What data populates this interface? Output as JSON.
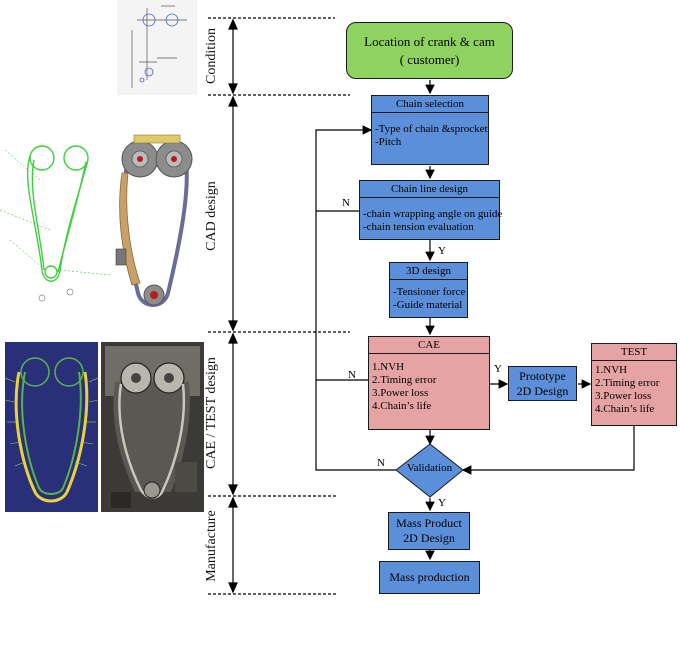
{
  "phases": {
    "condition": "Condition",
    "cad": "CAD design",
    "cae_test": "CAE / TEST design",
    "manufacture": "Manufacture"
  },
  "flow": {
    "start": {
      "line1": "Location of crank & cam",
      "line2": "( customer)"
    },
    "chain_selection": {
      "title": "Chain selection",
      "items": [
        "-Type of chain &sprocket",
        "-Pitch"
      ]
    },
    "chain_line": {
      "title": "Chain line design",
      "items": [
        "-chain wrapping angle on guide",
        "-chain tension evaluation"
      ]
    },
    "design_3d": {
      "title": "3D design",
      "items": [
        "-Tensioner force",
        "-Guide material"
      ]
    },
    "cae": {
      "title": "CAE",
      "items": [
        "1.NVH",
        "2.Timing error",
        "3.Power loss",
        "4.Chain’s life"
      ]
    },
    "prototype": {
      "line1": "Prototype",
      "line2": "2D Design"
    },
    "test": {
      "title": "TEST",
      "items": [
        "1.NVH",
        "2.Timing error",
        "3.Power loss",
        "4.Chain’s life"
      ]
    },
    "validation": "Validation",
    "mass_product": {
      "line1": "Mass Product",
      "line2": "2D Design"
    },
    "mass_production": "Mass production"
  },
  "edge_labels": {
    "yes": "Y",
    "no": "N"
  },
  "colors": {
    "green": "#8ed25f",
    "blue": "#5b8fd9",
    "pink": "#e6a3a3"
  },
  "illustrations": [
    "crank-cam-layout-drawing",
    "chain-line-wireframe",
    "chain-drive-cad-model",
    "chain-simulation-mesh",
    "timing-chain-engine-photo"
  ]
}
